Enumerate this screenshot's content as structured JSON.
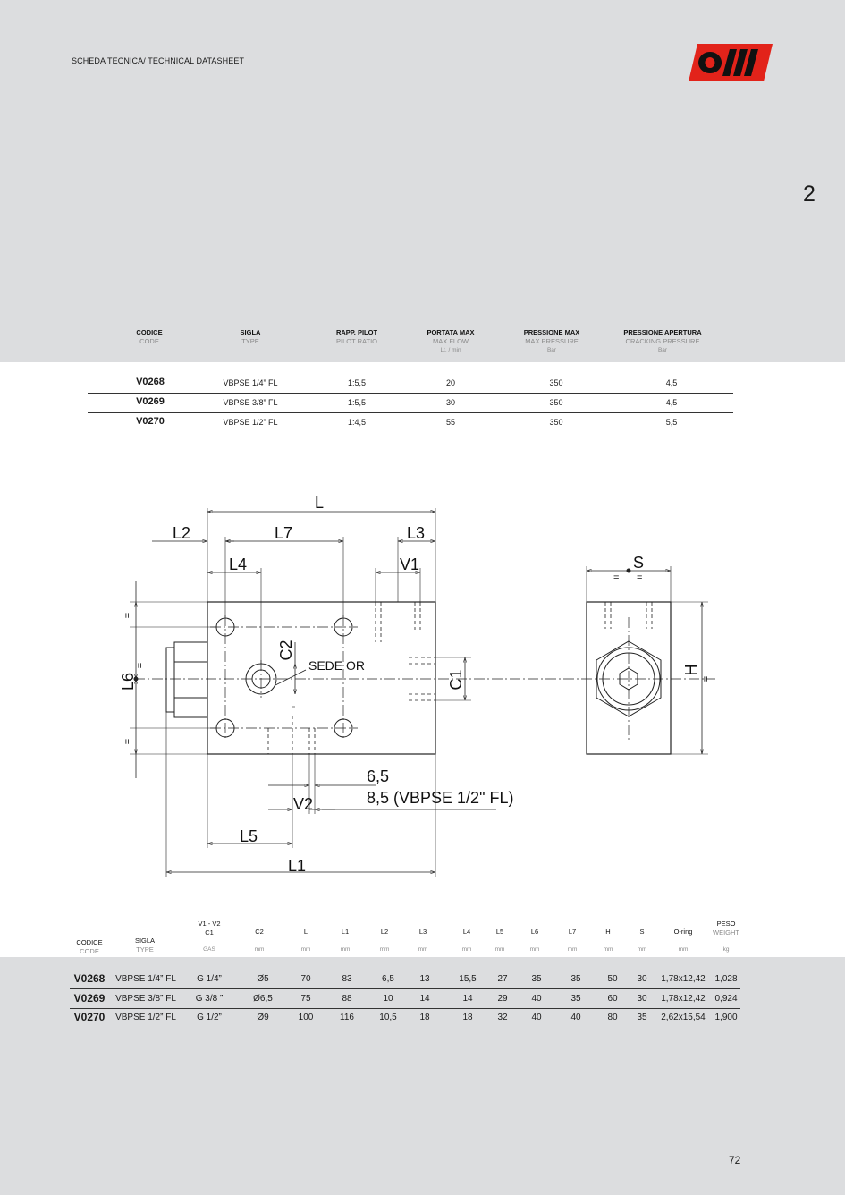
{
  "header": {
    "title": "SCHEDA TECNICA/ TECHNICAL DATASHEET",
    "section_number": "2",
    "page_number": "72",
    "brand_color": "#e2231a"
  },
  "table1": {
    "headers": [
      {
        "it": "CODICE",
        "en": "CODE",
        "unit": ""
      },
      {
        "it": "SIGLA",
        "en": "TYPE",
        "unit": ""
      },
      {
        "it": "RAPP. PILOT",
        "en": "PILOT RATIO",
        "unit": ""
      },
      {
        "it": "PORTATA MAX",
        "en": "MAX FLOW",
        "unit": "Lt. / min"
      },
      {
        "it": "PRESSIONE MAX",
        "en": "MAX PRESSURE",
        "unit": "Bar"
      },
      {
        "it": "PRESSIONE APERTURA",
        "en": "CRACKING PRESSURE",
        "unit": "Bar"
      }
    ],
    "rows": [
      [
        "V0268",
        "VBPSE 1/4” FL",
        "1:5,5",
        "20",
        "350",
        "4,5"
      ],
      [
        "V0269",
        "VBPSE 3/8” FL",
        "1:5,5",
        "30",
        "350",
        "4,5"
      ],
      [
        "V0270",
        "VBPSE 1/2” FL",
        "1:4,5",
        "55",
        "350",
        "5,5"
      ]
    ]
  },
  "drawing": {
    "labels": {
      "L": "L",
      "L1": "L1",
      "L2": "L2",
      "L3": "L3",
      "L4": "L4",
      "L5": "L5",
      "L6": "L6",
      "L7": "L7",
      "V1": "V1",
      "V2": "V2",
      "C1": "C1",
      "C2": "C2",
      "H": "H",
      "S": "S",
      "sede_or": "SEDE OR",
      "dim_a": "6,5",
      "dim_b": "8,5 (VBPSE 1/2\" FL)",
      "eq": "="
    }
  },
  "table2": {
    "headers": [
      {
        "it": "CODICE",
        "en": "CODE",
        "unit": ""
      },
      {
        "it": "SIGLA",
        "en": "TYPE",
        "unit": ""
      },
      {
        "it": "V1 - V2",
        "en": "C1",
        "unit": "GAS"
      },
      {
        "it": "C2",
        "en": "",
        "unit": "mm"
      },
      {
        "it": "L",
        "en": "",
        "unit": "mm"
      },
      {
        "it": "L1",
        "en": "",
        "unit": "mm"
      },
      {
        "it": "L2",
        "en": "",
        "unit": "mm"
      },
      {
        "it": "L3",
        "en": "",
        "unit": "mm"
      },
      {
        "it": "L4",
        "en": "",
        "unit": "mm"
      },
      {
        "it": "L5",
        "en": "",
        "unit": "mm"
      },
      {
        "it": "L6",
        "en": "",
        "unit": "mm"
      },
      {
        "it": "L7",
        "en": "",
        "unit": "mm"
      },
      {
        "it": "H",
        "en": "",
        "unit": "mm"
      },
      {
        "it": "S",
        "en": "",
        "unit": "mm"
      },
      {
        "it": "O-ring",
        "en": "",
        "unit": "mm"
      },
      {
        "it": "PESO",
        "en": "WEIGHT",
        "unit": "kg"
      }
    ],
    "rows": [
      [
        "V0268",
        "VBPSE 1/4” FL",
        "G 1/4”",
        "Ø5",
        "70",
        "83",
        "6,5",
        "13",
        "15,5",
        "27",
        "35",
        "35",
        "50",
        "30",
        "1,78x12,42",
        "1,028"
      ],
      [
        "V0269",
        "VBPSE 3/8” FL",
        "G 3/8 ”",
        "Ø6,5",
        "75",
        "88",
        "10",
        "14",
        "14",
        "29",
        "40",
        "35",
        "60",
        "30",
        "1,78x12,42",
        "0,924"
      ],
      [
        "V0270",
        "VBPSE 1/2” FL",
        "G 1/2”",
        "Ø9",
        "100",
        "116",
        "10,5",
        "18",
        "18",
        "32",
        "40",
        "40",
        "80",
        "35",
        "2,62x15,54",
        "1,900"
      ]
    ]
  }
}
